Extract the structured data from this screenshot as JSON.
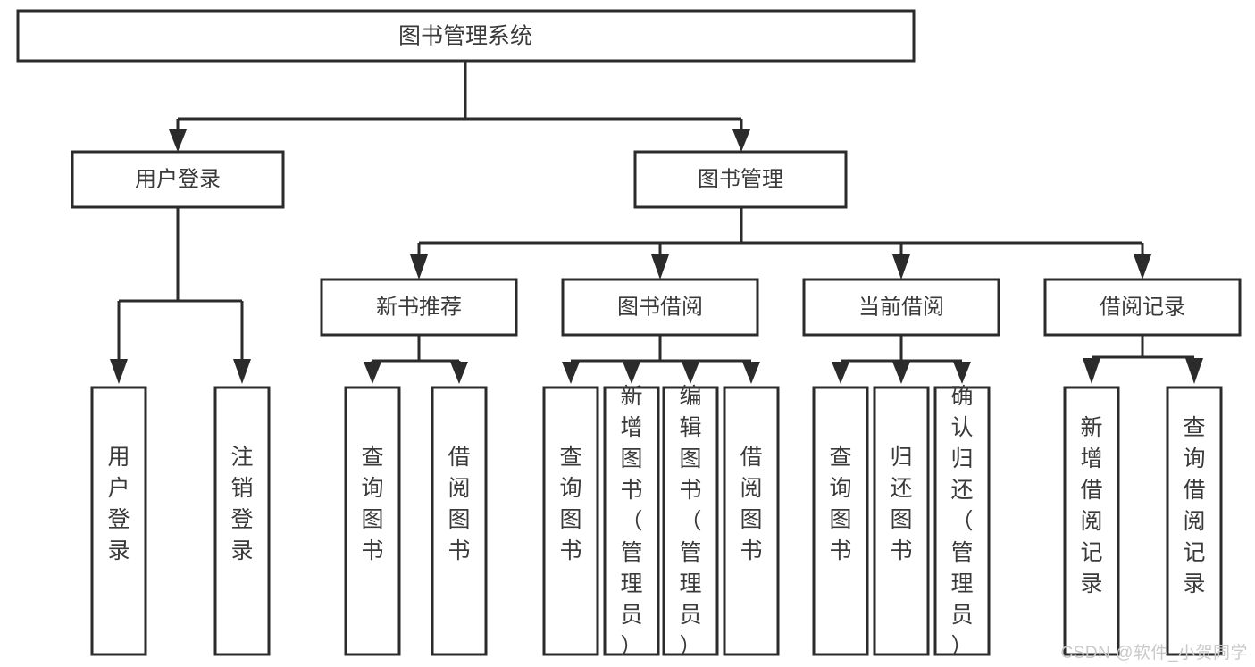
{
  "diagram": {
    "title": "图书管理系统",
    "watermark": "CSDN @软件_小贺同学",
    "colors": {
      "stroke": "#2b2b2b",
      "fill": "#ffffff",
      "text": "#3a3a3a",
      "watermark": "#c9c9c9"
    },
    "root": {
      "id": "root",
      "label": "图书管理系统",
      "orientation": "horizontal"
    },
    "level2": [
      {
        "id": "user-login",
        "label": "用户登录",
        "orientation": "horizontal"
      },
      {
        "id": "book-management",
        "label": "图书管理",
        "orientation": "horizontal"
      }
    ],
    "level3": [
      {
        "id": "new-book-recommend",
        "label": "新书推荐",
        "orientation": "horizontal",
        "parent": "book-management"
      },
      {
        "id": "book-borrow",
        "label": "图书借阅",
        "orientation": "horizontal",
        "parent": "book-management"
      },
      {
        "id": "current-borrow",
        "label": "当前借阅",
        "orientation": "horizontal",
        "parent": "book-management"
      },
      {
        "id": "borrow-record",
        "label": "借阅记录",
        "orientation": "horizontal",
        "parent": "book-management"
      }
    ],
    "leaves": [
      {
        "id": "leaf-user-login",
        "label": "用户登录",
        "orientation": "vertical",
        "parent": "user-login"
      },
      {
        "id": "leaf-logout-login",
        "label": "注销登录",
        "orientation": "vertical",
        "parent": "user-login"
      },
      {
        "id": "leaf-query-book-1",
        "label": "查询图书",
        "orientation": "vertical",
        "parent": "new-book-recommend"
      },
      {
        "id": "leaf-borrow-book-1",
        "label": "借阅图书",
        "orientation": "vertical",
        "parent": "new-book-recommend"
      },
      {
        "id": "leaf-query-book-2",
        "label": "查询图书",
        "orientation": "vertical",
        "parent": "book-borrow"
      },
      {
        "id": "leaf-add-book",
        "label": "新增图书（管理员）",
        "orientation": "vertical",
        "parent": "book-borrow"
      },
      {
        "id": "leaf-edit-book",
        "label": "编辑图书（管理员）",
        "orientation": "vertical",
        "parent": "book-borrow"
      },
      {
        "id": "leaf-borrow-book-2",
        "label": "借阅图书",
        "orientation": "vertical",
        "parent": "book-borrow"
      },
      {
        "id": "leaf-query-book-3",
        "label": "查询图书",
        "orientation": "vertical",
        "parent": "current-borrow"
      },
      {
        "id": "leaf-return-book",
        "label": "归还图书",
        "orientation": "vertical",
        "parent": "current-borrow"
      },
      {
        "id": "leaf-confirm-return",
        "label": "确认归还（管理员）",
        "orientation": "vertical",
        "parent": "current-borrow"
      },
      {
        "id": "leaf-add-record",
        "label": "新增借阅记录",
        "orientation": "vertical",
        "parent": "borrow-record"
      },
      {
        "id": "leaf-query-record",
        "label": "查询借阅记录",
        "orientation": "vertical",
        "parent": "borrow-record"
      }
    ]
  }
}
